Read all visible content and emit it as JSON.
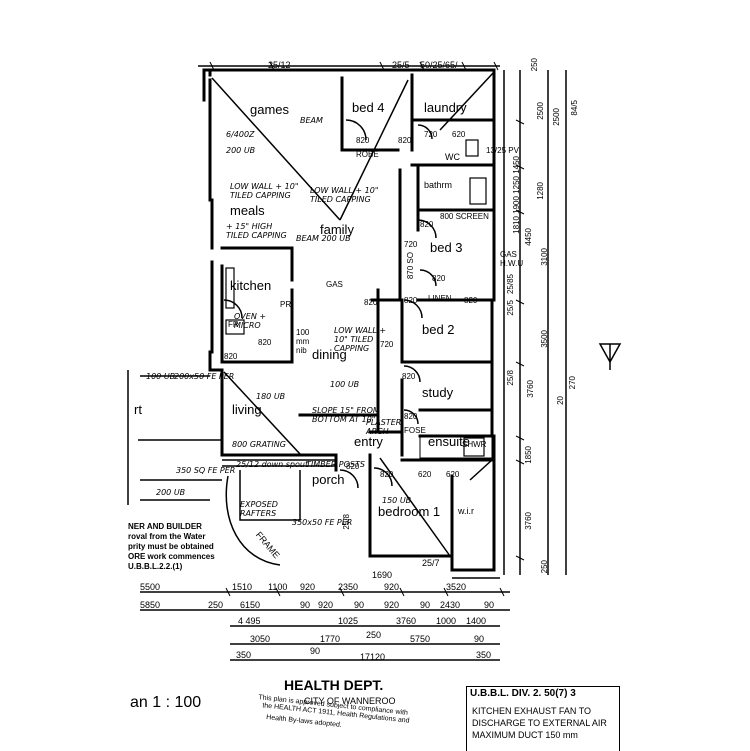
{
  "rooms": {
    "games": "games",
    "bed4": "bed 4",
    "laundry": "laundry",
    "wc": "WC",
    "bathroom": "bathrm",
    "meals": "meals",
    "family": "family",
    "bed3": "bed 3",
    "kitchen": "kitchen",
    "bed2": "bed 2",
    "dining": "dining",
    "study": "study",
    "living": "living",
    "entry": "entry",
    "ensuite": "ensuite",
    "porch": "porch",
    "bedroom1": "bedroom 1",
    "wir": "w.i.r",
    "lounge_partial": "rt"
  },
  "fixtures": {
    "screen": "800 SCREEN",
    "gas_hwu": "GAS H.W.U",
    "gas": "GAS",
    "pr": "PR",
    "fr": "FR",
    "frame": "FRAME",
    "nib": "100 mm nib",
    "robe": "ROBE",
    "linen": "LINEN",
    "shwr": "SHWR",
    "fose": "FOSE"
  },
  "door_widths": {
    "d1": "820",
    "d2": "720",
    "d3": "620",
    "d4": "820",
    "d5": "820",
    "d6": "820",
    "d7": "820",
    "d8": "820",
    "d9": "820",
    "d10": "820",
    "d11": "720",
    "d12": "720",
    "d13": "820",
    "d14": "820",
    "d15": "820",
    "d16": "620",
    "d17": "620",
    "d18": "870 SO",
    "d19": "820",
    "d20": "820"
  },
  "top_dims": {
    "t1": "25/12",
    "t2": "25/5",
    "t3": "50/25/65/"
  },
  "right_dims": {
    "r1": "250",
    "r2": "2500",
    "r3": "2500",
    "r4": "84/5",
    "r5": "1280",
    "r6": "4450",
    "r7": "3100",
    "r8": "3760",
    "r9": "3500",
    "r10": "270",
    "r11": "20",
    "r12": "1850",
    "r13": "3760",
    "r14": "25/8",
    "r15": "25/5",
    "r16": "25/85",
    "r17": "13/25 PV",
    "r18": "25/8"
  },
  "bottom_dims": {
    "row1": [
      "5500",
      "1510",
      "1100",
      "920",
      "2350",
      "920",
      "3520"
    ],
    "row2": [
      "5850",
      "250",
      "6150",
      "90",
      "920",
      "90",
      "920",
      "90",
      "2430",
      "90"
    ],
    "row3": [
      "4 495",
      "1025",
      "3760",
      "1000",
      "1400"
    ],
    "row4": [
      "3050",
      "1770",
      "5750",
      "90"
    ],
    "row5": [
      "350",
      "17120",
      "350"
    ],
    "misc": [
      "25/7",
      "1690",
      "250",
      "250",
      "90"
    ]
  },
  "annotations": {
    "a1": "BEAM",
    "a2": "6/400Z",
    "a3": "200 UB",
    "a4": "LOW WALL + 10\" TILED CAPPING",
    "a5": "LOW WALL + 10\" TILED CAPPING",
    "a6": "+ 15\" HIGH TILED CAPPING",
    "a7": "BEAM 200 UB",
    "a8": "OVEN + MICRO",
    "a9": "LOW WALL + 10\" TILED CAPPING",
    "a10": "200x50 FE PER",
    "a11": "180 UB",
    "a12": "100 UB",
    "a13": "SLOPE 15\" FROM BOTTOM AT 10\"",
    "a14": "PLASTER ARCH",
    "a15": "800 GRATING",
    "a16": "25/12 down spout",
    "a17": "TIMBER POSTS",
    "a18": "EXPOSED RAFTERS",
    "a19": "350 SQ FE PER",
    "a20": "350x50 FE PER",
    "a21": "200 UB",
    "a22": "150 UB",
    "a23": "100 UB",
    "a24": "1810 1900 1250 1450"
  },
  "note": {
    "l1": "NER AND BUILDER",
    "l2": "roval from the Water",
    "l3": "prity must be obtained",
    "l4": "ORE work commences",
    "l5": "U.B.B.L.2.2.(1)"
  },
  "scale_label": "an 1 : 100",
  "health_stamp": {
    "title": "HEALTH DEPT.",
    "city": "CITY OF WANNEROO",
    "line1": "This plan is approved subject to compliance with",
    "line2": "the HEALTH ACT 1911, Health Regulations and",
    "line3": "Health By-laws adopted."
  },
  "ubbl_box": {
    "title": "U.B.B.L. DIV. 2. 50(7) 3",
    "line1": "KITCHEN EXHAUST FAN TO",
    "line2": "DISCHARGE TO EXTERNAL AIR",
    "line3": "MAXIMUM DUCT 150 mm"
  }
}
